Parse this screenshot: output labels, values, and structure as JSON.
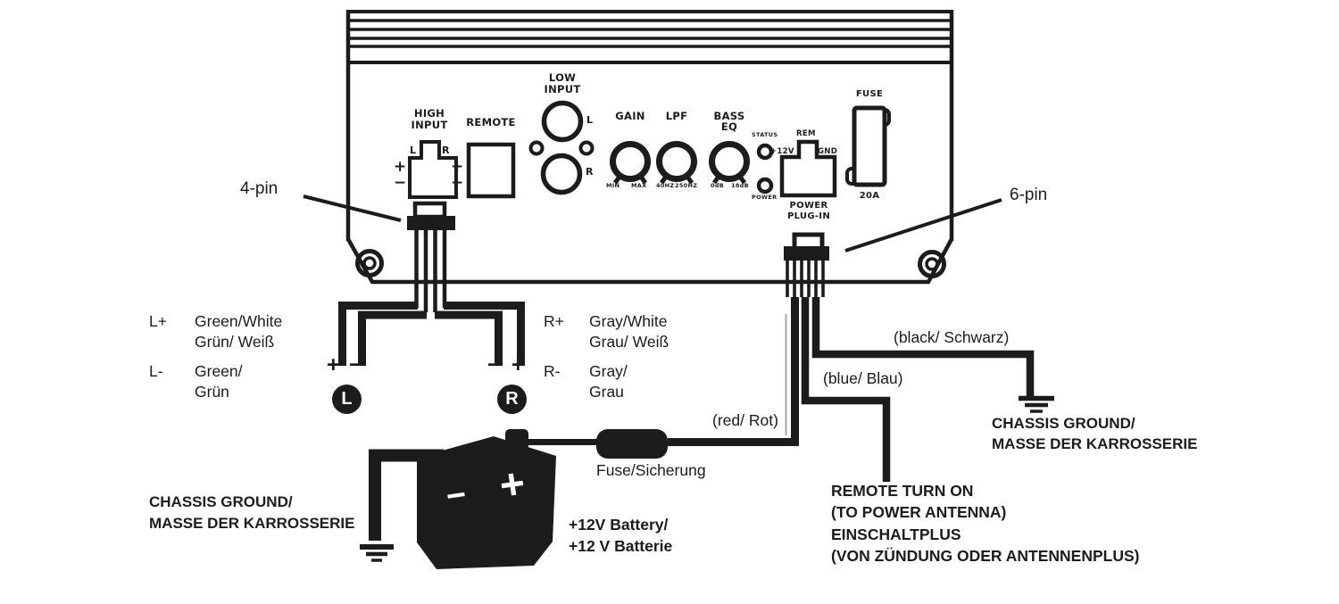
{
  "panel": {
    "high_input_line1": "HIGH",
    "high_input_line2": "INPUT",
    "high_input_l": "L",
    "high_input_r": "R",
    "plus": "+",
    "minus": "−",
    "remote": "REMOTE",
    "low_input_line1": "LOW",
    "low_input_line2": "INPUT",
    "low_input_l": "L",
    "low_input_r": "R",
    "gain_label": "GAIN",
    "gain_min": "MIN",
    "gain_max": "MAX",
    "lpf_label": "LPF",
    "lpf_min": "40HZ",
    "lpf_max": "250HZ",
    "bass_label_line1": "BASS",
    "bass_label_line2": "EQ",
    "bass_min": "0dB",
    "bass_max": "18dB",
    "status_led": "STATUS",
    "power_led": "POWER",
    "rem": "REM",
    "plus12v": "+12V",
    "gnd": "GND",
    "plug_caption_line1": "POWER",
    "plug_caption_line2": "PLUG-IN",
    "fuse_label": "FUSE",
    "fuse_rating": "20A"
  },
  "callouts": {
    "four_pin": "4-pin",
    "six_pin": "6-pin"
  },
  "speakers": {
    "l_plus_label": "L+",
    "l_plus_en": "Green/White",
    "l_plus_de": "Grün/ Weiß",
    "l_minus_label": "L-",
    "l_minus_en": "Green/",
    "l_minus_de": "Grün",
    "r_plus_label": "R+",
    "r_plus_en": "Gray/White",
    "r_plus_de": "Grau/ Weiß",
    "r_minus_label": "R-",
    "r_minus_en": "Gray/",
    "r_minus_de": "Grau",
    "left_terminal": "L",
    "right_terminal": "R",
    "plus_sign": "+",
    "minus_sign": "−"
  },
  "power_wires": {
    "red": "(red/ Rot)",
    "blue": "(blue/ Blau)",
    "black": "(black/ Schwarz)"
  },
  "battery": {
    "line1": "+12V Battery/",
    "line2": "+12 V Batterie",
    "fuse_label": "Fuse/Sicherung",
    "plus_sign": "+",
    "minus_sign": "−"
  },
  "ground_left": {
    "line1": "CHASSIS GROUND/",
    "line2": "MASSE DER KARROSSERIE"
  },
  "ground_right": {
    "line1": "CHASSIS GROUND/",
    "line2": "MASSE DER KARROSSERIE"
  },
  "remote_note": {
    "line1": "REMOTE TURN ON",
    "line2": "(TO POWER ANTENNA)",
    "line3": "EINSCHALTPLUS",
    "line4": "(VON ZÜNDUNG ODER ANTENNENPLUS)"
  },
  "colors": {
    "ink": "#1c1c1c",
    "background": "#ffffff",
    "wire_gray": "#a6a6a6"
  }
}
